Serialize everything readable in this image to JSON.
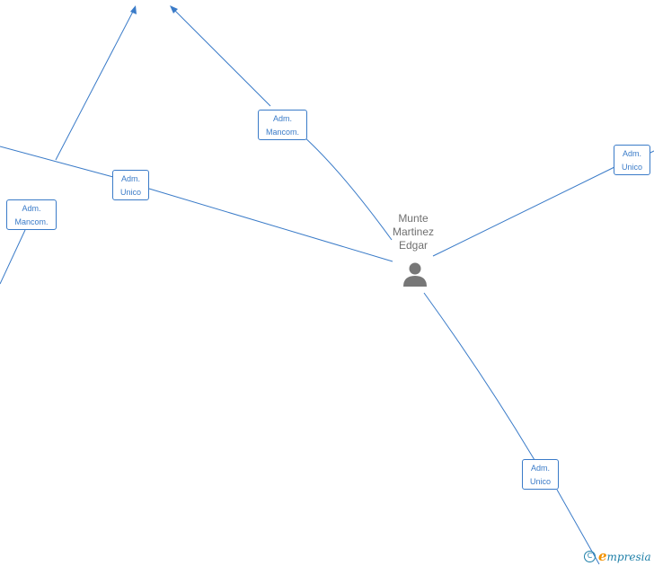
{
  "colors": {
    "edge": "#3a7bc8",
    "person_text": "#6f6f6f",
    "person_icon": "#777777",
    "brand_blue": "#1e7fa8",
    "brand_orange": "#f39200"
  },
  "person": {
    "name_lines": [
      "Munte",
      "Martinez",
      "Edgar"
    ],
    "icon": "person-icon"
  },
  "roles": [
    {
      "line1": "Adm.",
      "line2": "Mancom."
    },
    {
      "line1": "Adm.",
      "line2": "Unico"
    },
    {
      "line1": "Adm.",
      "line2": "Mancom."
    },
    {
      "line1": "Adm.",
      "line2": "Unico"
    },
    {
      "line1": "Adm.",
      "line2": "Unico"
    }
  ],
  "brand": {
    "copyright_symbol": "C",
    "first_letter": "e",
    "rest": "mpresia"
  }
}
